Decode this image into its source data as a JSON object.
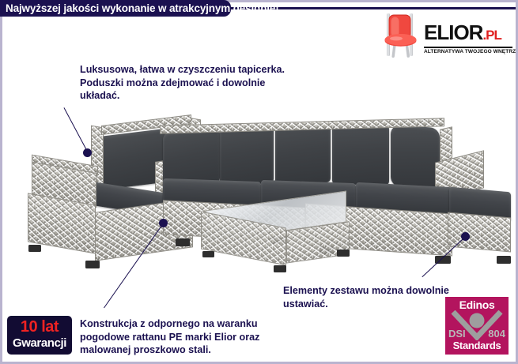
{
  "header": {
    "title": "Najwyższej jakości wykonanie w atrakcyjnym designie!"
  },
  "logo": {
    "icon": "red-chair-icon",
    "brand_name": "ELIOR",
    "brand_tld": ".PL",
    "tagline": "ALTERNATYWA TWOJEGO WNĘTRZA"
  },
  "callouts": [
    {
      "id": "upholstery",
      "text": "Luksusowa, łatwa w czyszczeniu tapicerka.\nPoduszki można zdejmować i dowolnie\nukładać."
    },
    {
      "id": "arrange",
      "text": "Elementy zestawu można dowolnie\nustawiać."
    },
    {
      "id": "frame",
      "text": "Konstrukcja z odpornego na waranku\npogodowe rattanu PE marki Elior oraz\nmalowanej proszkowo stali."
    }
  ],
  "product": {
    "name": "garden-rattan-corner-sofa-set",
    "pieces": [
      "armchair",
      "corner-sofa",
      "coffee-table",
      "ottoman"
    ],
    "frame_color": "#b2b0a8",
    "cushion_color": "#3f4246"
  },
  "warranty_badge": {
    "years": "10 lat",
    "label": "Gwarancji",
    "background": "#120c33",
    "years_color": "#ef2222"
  },
  "edinos_badge": {
    "title": "Edinos",
    "code_left": "DSI",
    "code_right": "804",
    "subtitle": "Standards",
    "background": "#b3145e"
  },
  "colors": {
    "navy": "#1b1150",
    "frame_border": "#b9b4cf",
    "accent_red": "#e02020"
  }
}
